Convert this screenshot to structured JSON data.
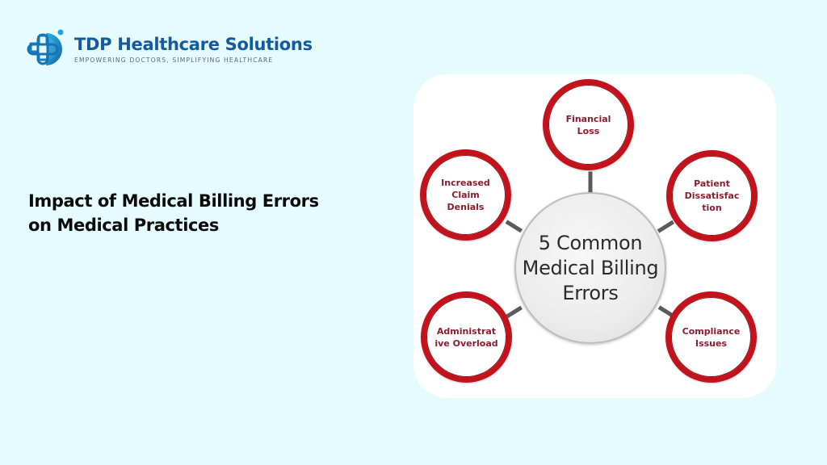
{
  "brand": {
    "name": "TDP Healthcare Solutions",
    "tagline": "EMPOWERING DOCTORS, SIMPLIFYING HEALTHCARE",
    "icon": "medical-cross-logo-icon",
    "colors": {
      "primary": "#135b9e",
      "accent": "#1aa7d9"
    }
  },
  "headline": {
    "line1": "Impact of Medical Billing Errors",
    "line2": "on Medical Practices"
  },
  "diagram": {
    "type": "hub-and-spoke",
    "hub": {
      "line1": "5 Common",
      "line2": "Medical Billing",
      "line3": "Errors"
    },
    "nodes": [
      {
        "id": "financial-loss",
        "line1": "Financial",
        "line2": "Loss",
        "line3": ""
      },
      {
        "id": "patient-dissatisfaction",
        "line1": "Patient",
        "line2": "Dissatisfac",
        "line3": "tion"
      },
      {
        "id": "compliance-issues",
        "line1": "Compliance",
        "line2": "Issues",
        "line3": ""
      },
      {
        "id": "administrative-overload",
        "line1": "Administrat",
        "line2": "ive Overload",
        "line3": ""
      },
      {
        "id": "increased-claim-denials",
        "line1": "Increased",
        "line2": "Claim",
        "line3": "Denials"
      }
    ],
    "colors": {
      "node_border": "#c4121c",
      "node_text": "#8b1c2e",
      "hub_fill": "#ececec",
      "connector": "#5b5b5b"
    }
  },
  "background_color": "#e6fbfd"
}
